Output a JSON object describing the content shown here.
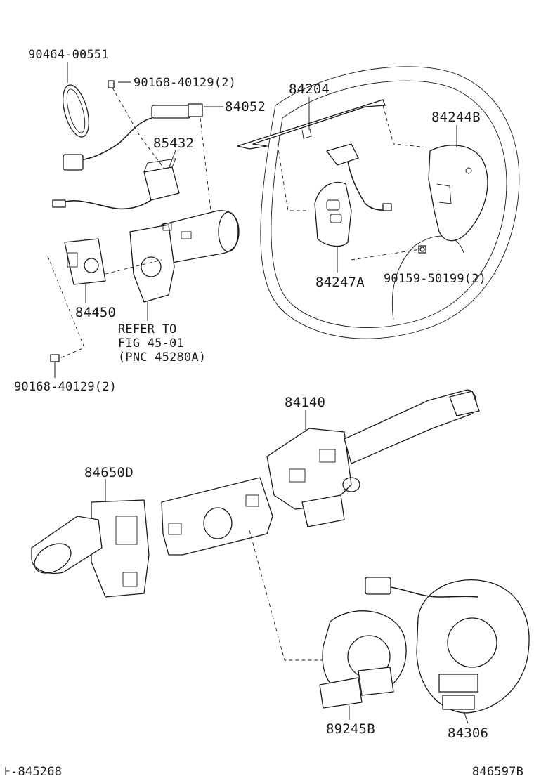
{
  "parts": {
    "p90464": "90464-00551",
    "p90168_top": "90168-40129(2)",
    "p84052": "84052",
    "p85432": "85432",
    "p84204": "84204",
    "p84244B": "84244B",
    "p84450": "84450",
    "refer_line1": "REFER TO",
    "refer_line2": "FIG 45-01",
    "refer_line3": "(PNC 45280A)",
    "p84247A": "84247A",
    "p90159": "90159-50199(2)",
    "p90168_bottom": "90168-40129(2)",
    "p84140": "84140",
    "p84650D": "84650D",
    "p89245B": "89245B",
    "p84306": "84306"
  },
  "footer": {
    "left_code": "⊦-845268",
    "right_code": "846597B"
  }
}
